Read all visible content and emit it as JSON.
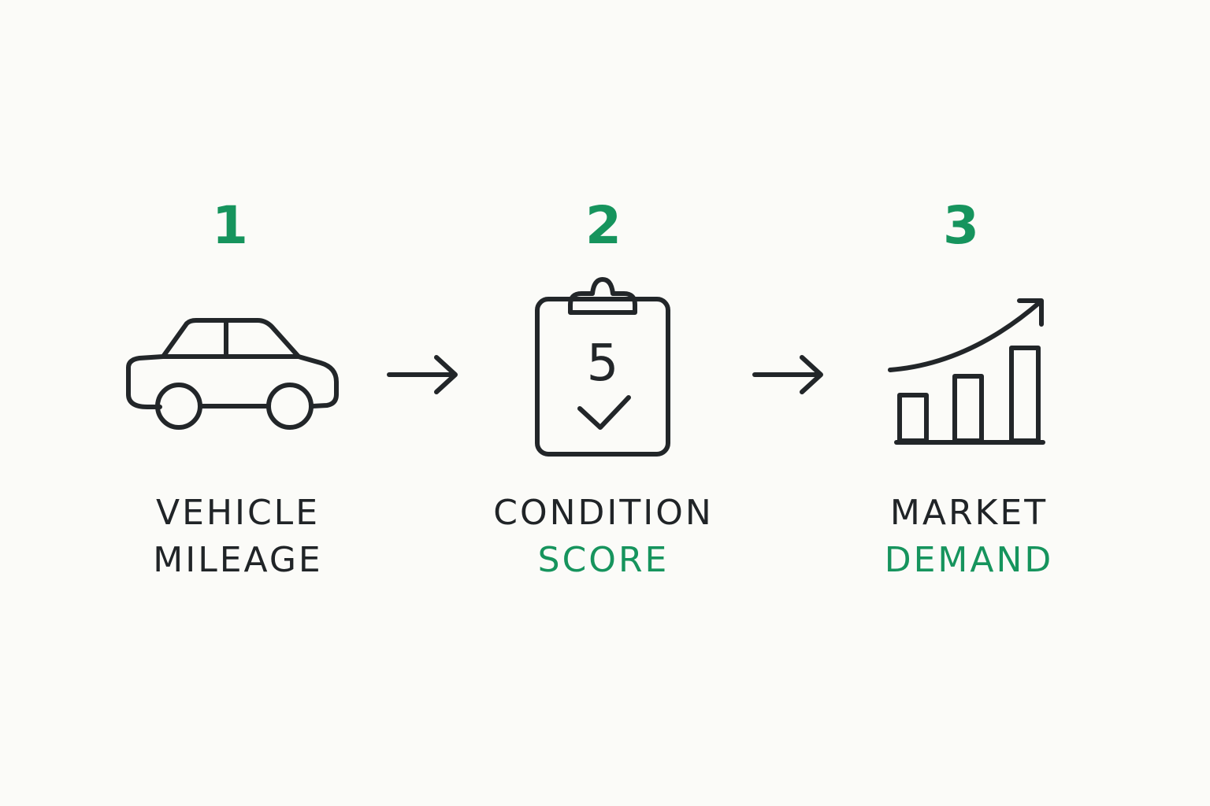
{
  "steps": [
    {
      "number": "1",
      "icon": "car-icon",
      "label_line1": "VEHICLE",
      "label_line2": "MILEAGE"
    },
    {
      "number": "2",
      "icon": "clipboard-check-icon",
      "clipboard_score": "5",
      "label_line1": "CONDITION",
      "label_line2": "SCORE"
    },
    {
      "number": "3",
      "icon": "growth-chart-icon",
      "label_line1": "MARKET",
      "label_line2": "DEMAND"
    }
  ],
  "connectors": [
    {
      "icon": "right-arrow-icon"
    },
    {
      "icon": "right-arrow-icon"
    }
  ],
  "colors": {
    "background": "#fbfbf8",
    "accent": "#16945d",
    "icon_stroke": "#222629"
  }
}
